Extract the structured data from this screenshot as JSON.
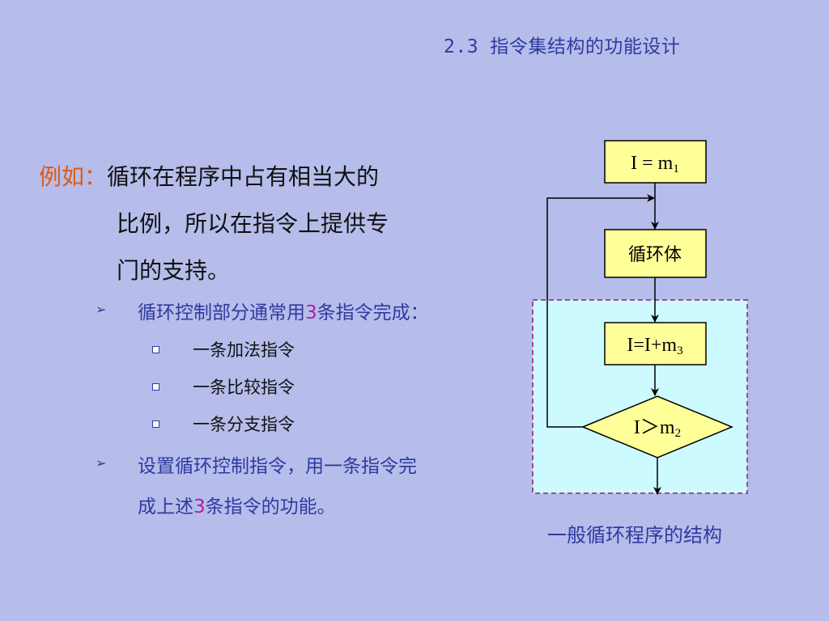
{
  "header": {
    "title": "2.3 指令集结构的功能设计"
  },
  "intro": {
    "lead": "例如：",
    "line1": "循环在程序中占有相当大的",
    "line2": "比例，所以在指令上提供专",
    "line3": "门的支持。"
  },
  "bullets": [
    {
      "before": "循环控制部分通常用",
      "num": "3",
      "after": "条指令完成："
    },
    {
      "line1": "设置循环控制指令，用一条指令完",
      "before": "成上述",
      "num": "3",
      "after": "条指令的功能。"
    }
  ],
  "subitems": [
    "一条加法指令",
    "一条比较指令",
    "一条分支指令"
  ],
  "diagram": {
    "box1": {
      "main": "I = m",
      "sub": "1"
    },
    "box2": {
      "main": "循环体"
    },
    "box3": {
      "main": "I=I+m",
      "sub": "3"
    },
    "diamond": {
      "main": "I＞m",
      "sub": "2"
    },
    "colors": {
      "box_fill": "#ffff99",
      "region_fill": "#ccfaff",
      "region_border": "#9b1a7a"
    }
  },
  "caption": "一般循环程序的结构"
}
